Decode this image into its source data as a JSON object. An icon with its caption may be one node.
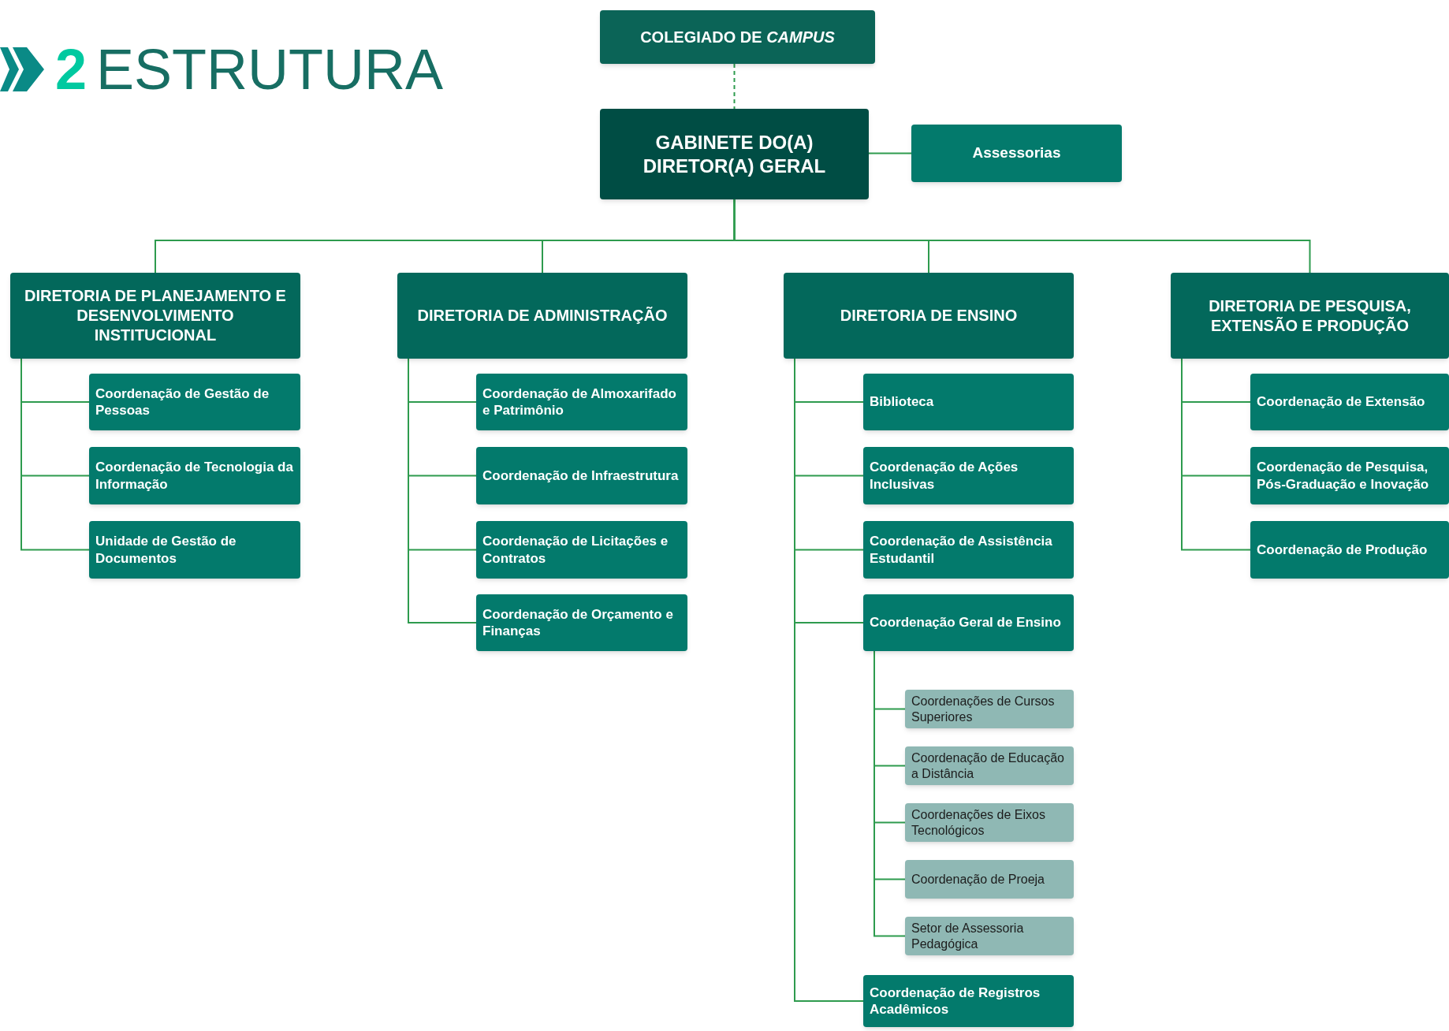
{
  "diagram": {
    "title": "ESTRUTURA",
    "nodes": [
      {
        "text": [
          "COLEGIADO DE *CAMPUS*"
        ]
      },
      {
        "text": [
          "GABINETE DO(A) DIRETOR(A) GERAL"
        ]
      },
      {
        "text": [
          "Assessorias"
        ]
      },
      {
        "text": [
          "DIRETORIA DE PLANEJAMENTO E DESENVOLVIMENTO INSTITUCIONAL"
        ]
      },
      {
        "text": [
          "Coordenação de Gestão de Pessoas"
        ]
      },
      {
        "text": [
          "Coordenação de Tecnologia da Informação"
        ]
      },
      {
        "text": [
          "Unidade de Gestão de Documentos"
        ]
      },
      {
        "text": [
          "DIRETORIA DE ADMINISTRAÇÃO"
        ]
      },
      {
        "text": [
          "Coordenação de Almoxarifado e Patrimônio"
        ]
      },
      {
        "text": [
          "Coordenação de Infraestrutura"
        ]
      },
      {
        "text": [
          "Coordenação de Licitações e Contratos"
        ]
      },
      {
        "text": [
          "Coordenação de Orçamento e Finanças"
        ]
      },
      {
        "text": [
          "DIRETORIA DE ENSINO"
        ]
      },
      {
        "text": [
          "Biblioteca"
        ]
      },
      {
        "text": [
          "Coordenação de Ações Inclusivas"
        ]
      },
      {
        "text": [
          "Coordenação de Assistência Estudantil"
        ]
      },
      {
        "text": [
          "Coordenação Geral de Ensino"
        ]
      },
      {
        "text": [
          "Coordenações de Cursos Superiores"
        ]
      },
      {
        "text": [
          "Coordenação de Educação a Distância"
        ]
      },
      {
        "text": [
          "Coordenações de Eixos Tecnológicos"
        ]
      },
      {
        "text": [
          "Coordenação de Proeja"
        ]
      },
      {
        "text": [
          "Setor de Assessoria Pedagógica"
        ]
      },
      {
        "text": [
          "Coordenação de Registros Acadêmicos"
        ]
      },
      {
        "text": [
          "DIRETORIA DE PESQUISA, EXTENSÃO E PRODUÇÃO"
        ]
      },
      {
        "text": [
          "Coordenação de Extensão"
        ]
      },
      {
        "text": [
          "Coordenação de Pesquisa, Pós-Graduação e Inovação"
        ]
      },
      {
        "text": [
          "Coordenação de Produção"
        ]
      }
    ],
    "edges": [
      {
        "from": 0,
        "to": 1,
        "arrow": "none",
        "style": "dashed"
      },
      {
        "from": 1,
        "to": 2,
        "arrow": "none"
      },
      {
        "from": 1,
        "to": 3,
        "arrow": "none"
      },
      {
        "from": 1,
        "to": 7,
        "arrow": "none"
      },
      {
        "from": 1,
        "to": 12,
        "arrow": "none"
      },
      {
        "from": 1,
        "to": 23,
        "arrow": "none"
      },
      {
        "from": 3,
        "to": 4,
        "arrow": "none"
      },
      {
        "from": 3,
        "to": 5,
        "arrow": "none"
      },
      {
        "from": 3,
        "to": 6,
        "arrow": "none"
      },
      {
        "from": 7,
        "to": 8,
        "arrow": "none"
      },
      {
        "from": 7,
        "to": 9,
        "arrow": "none"
      },
      {
        "from": 7,
        "to": 10,
        "arrow": "none"
      },
      {
        "from": 7,
        "to": 11,
        "arrow": "none"
      },
      {
        "from": 12,
        "to": 13,
        "arrow": "none"
      },
      {
        "from": 12,
        "to": 14,
        "arrow": "none"
      },
      {
        "from": 12,
        "to": 15,
        "arrow": "none"
      },
      {
        "from": 12,
        "to": 16,
        "arrow": "none"
      },
      {
        "from": 16,
        "to": 17,
        "arrow": "none"
      },
      {
        "from": 16,
        "to": 18,
        "arrow": "none"
      },
      {
        "from": 16,
        "to": 19,
        "arrow": "none"
      },
      {
        "from": 16,
        "to": 20,
        "arrow": "none"
      },
      {
        "from": 16,
        "to": 21,
        "arrow": "none"
      },
      {
        "from": 12,
        "to": 22,
        "arrow": "none"
      },
      {
        "from": 23,
        "to": 24,
        "arrow": "none"
      },
      {
        "from": 23,
        "to": 25,
        "arrow": "none"
      },
      {
        "from": 23,
        "to": 26,
        "arrow": "none"
      }
    ],
    "labels": [
      "2"
    ]
  }
}
